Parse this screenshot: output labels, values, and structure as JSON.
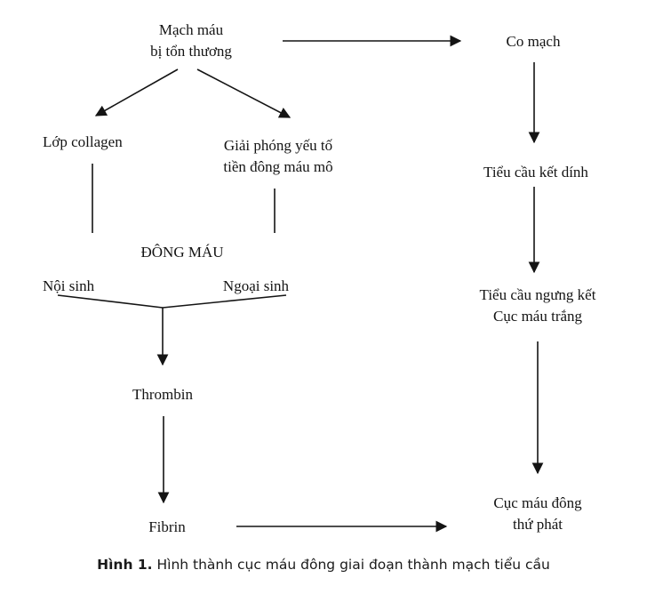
{
  "nodes": {
    "vessel_injury": {
      "line1": "Mạch máu",
      "line2": "bị tổn thương"
    },
    "vasoconstriction": "Co mạch",
    "collagen_layer": "Lớp collagen",
    "tissue_factor": {
      "line1": "Giải phóng yếu tố",
      "line2": "tiền đông máu mô"
    },
    "platelet_adhesion": "Tiểu cầu kết dính",
    "coagulation": "ĐÔNG MÁU",
    "intrinsic": "Nội sinh",
    "extrinsic": "Ngoại sinh",
    "platelet_aggregation": {
      "line1": "Tiểu cầu ngưng kết",
      "line2": "Cục máu trắng"
    },
    "thrombin": "Thrombin",
    "fibrin": "Fibrin",
    "secondary_clot": {
      "line1": "Cục máu đông",
      "line2": "thứ phát"
    }
  },
  "caption": {
    "label": "Hình 1.",
    "text": "Hình thành cục máu đông giai đoạn thành mạch tiểu cầu"
  },
  "colors": {
    "ink": "#141414",
    "background": "#ffffff"
  }
}
